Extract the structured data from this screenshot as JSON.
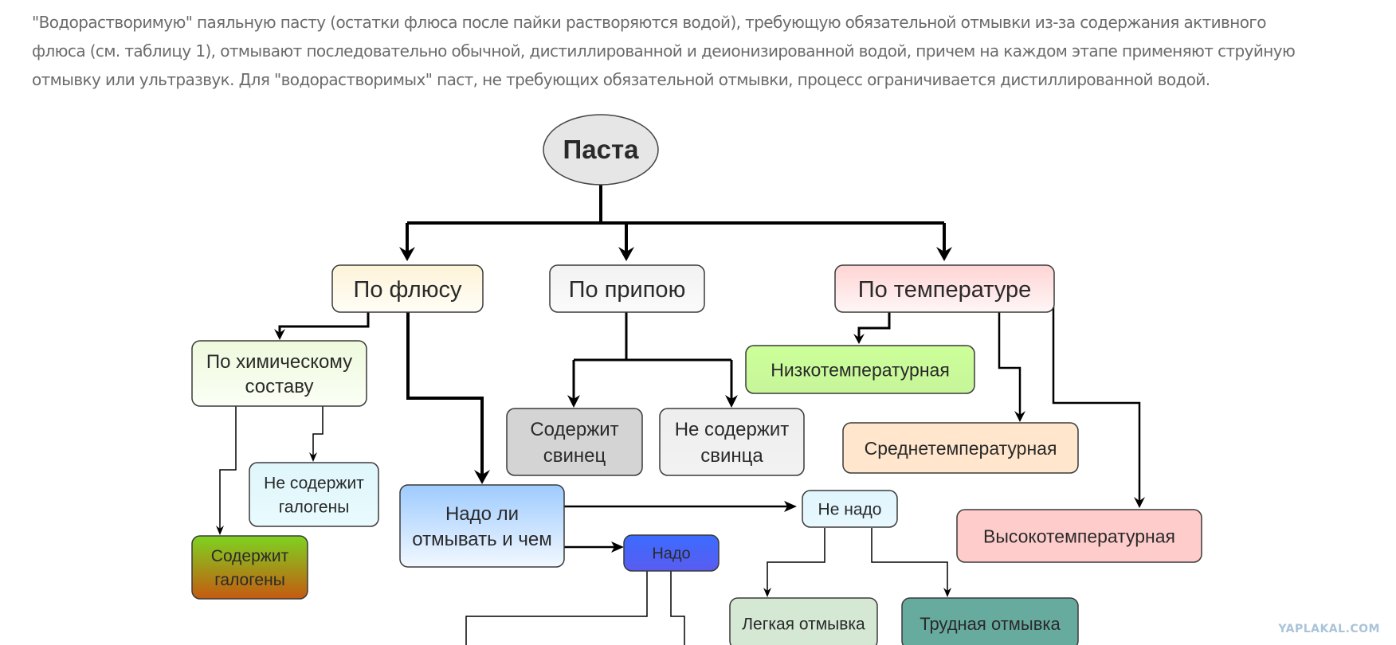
{
  "intro": {
    "lines": [
      "\"Водорастворимую\" паяльную пасту (остатки флюса после пайки растворяются водой), требующую обязательной отмывки из-за содержания активного",
      "флюса (см. таблицу 1), отмывают последовательно обычной, дистиллированной и деионизированной водой, причем на каждом этапе применяют струйную",
      "отмывку или ультразвук. Для \"водорастворимых\" паст, не требующих обязательной отмывки, процесс ограничивается дистиллированной водой."
    ]
  },
  "diagram": {
    "root": {
      "label": "Паста",
      "fill": "#e6e6e6"
    },
    "nodes": {
      "by_flux": {
        "lines": [
          "По флюсу"
        ],
        "fill_top": "#fdf3d8",
        "fill_bottom": "#fffdf6"
      },
      "by_solder": {
        "lines": [
          "По припою"
        ],
        "fill_top": "#f2f2f2",
        "fill_bottom": "#fbfbfb"
      },
      "by_temp": {
        "lines": [
          "По температуре"
        ],
        "fill_top": "#ffd4d4",
        "fill_bottom": "#fff6f6"
      },
      "by_chem": {
        "lines": [
          "По химическому",
          "составу"
        ],
        "fill_top": "#eef9dc",
        "fill_bottom": "#fbfff6"
      },
      "no_halogens": {
        "lines": [
          "Не содержит",
          "галогены"
        ],
        "fill_top": "#dff6fb",
        "fill_bottom": "#e9fbfe"
      },
      "has_halogens": {
        "lines": [
          "Содержит",
          "галогены"
        ],
        "fill_top": "#7ed321",
        "fill_bottom": "#c55a11"
      },
      "has_lead": {
        "lines": [
          "Содержит",
          "свинец"
        ],
        "fill_top": "#d4d4d4",
        "fill_bottom": "#d4d4d4"
      },
      "no_lead": {
        "lines": [
          "Не содержит",
          "свинца"
        ],
        "fill_top": "#eeeeee",
        "fill_bottom": "#f2f2f2"
      },
      "low_temp": {
        "lines": [
          "Низкотемпературная"
        ],
        "fill_top": "#ccff99",
        "fill_bottom": "#c7f59a"
      },
      "mid_temp": {
        "lines": [
          "Среднетемпературная"
        ],
        "fill_top": "#ffe6cc",
        "fill_bottom": "#ffe6cc"
      },
      "high_temp": {
        "lines": [
          "Высокотемпературная"
        ],
        "fill_top": "#ffcccc",
        "fill_bottom": "#ffcccc"
      },
      "wash_q": {
        "lines": [
          "Надо ли",
          "отмывать и чем"
        ],
        "fill_top": "#9ecbff",
        "fill_bottom": "#f2f8ff"
      },
      "need": {
        "lines": [
          "Надо"
        ],
        "fill_top": "#3b6cff",
        "fill_bottom": "#5a5cf0"
      },
      "no_need": {
        "lines": [
          "Не надо"
        ],
        "fill_top": "#e0f5fd",
        "fill_bottom": "#e8f8fe"
      },
      "easy_wash": {
        "lines": [
          "Легкая отмывка"
        ],
        "fill_top": "#d5e8d4",
        "fill_bottom": "#d5e8d4"
      },
      "hard_wash": {
        "lines": [
          "Трудная отмывка"
        ],
        "fill_top": "#67ab9f",
        "fill_bottom": "#67ab9f"
      }
    }
  },
  "watermark": "YAPLAKAL.COM"
}
